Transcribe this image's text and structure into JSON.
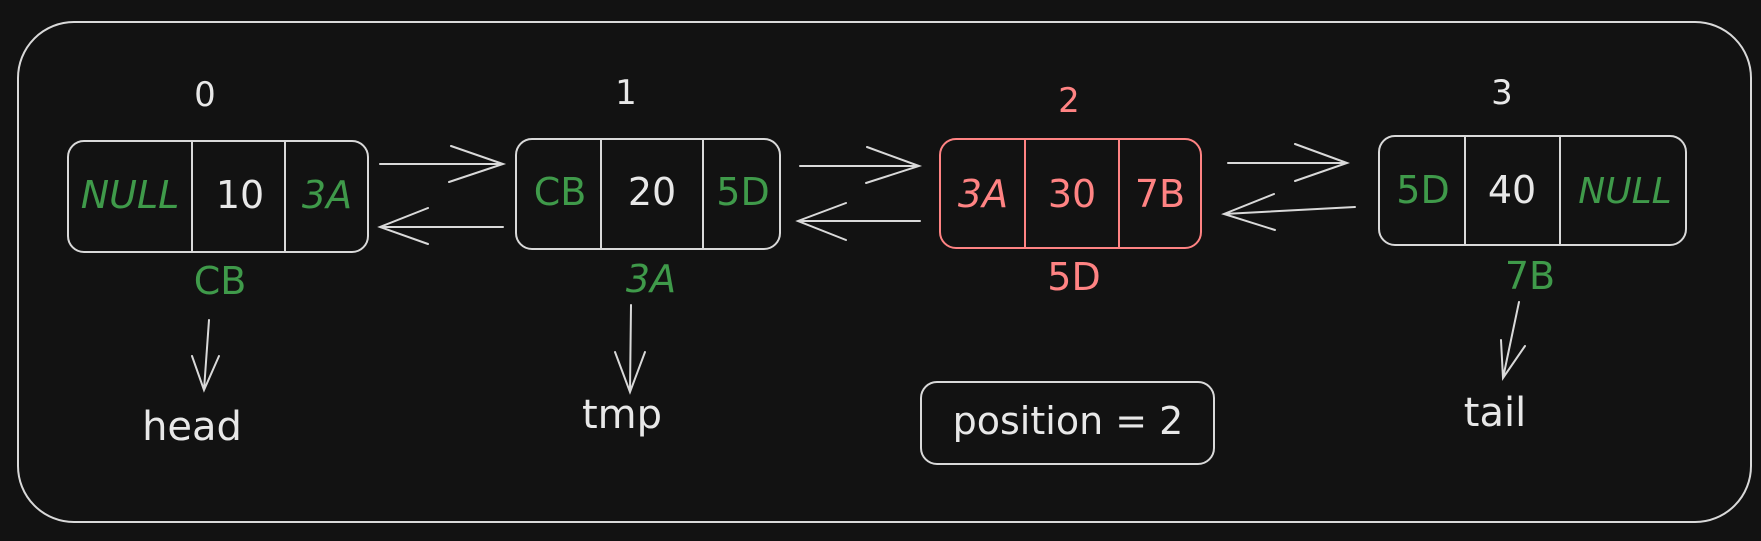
{
  "colors": {
    "background": "#121212",
    "stroke": "#d9d9d9",
    "text": "#e8e8e8",
    "address": "#3f9a4a",
    "highlight": "#ff8383"
  },
  "nodes": [
    {
      "index": "0",
      "prev": "NULL",
      "value": "10",
      "next": "3A",
      "address": "CB",
      "pointer": "head",
      "highlighted": false
    },
    {
      "index": "1",
      "prev": "CB",
      "value": "20",
      "next": "5D",
      "address": "3A",
      "pointer": "tmp",
      "highlighted": false
    },
    {
      "index": "2",
      "prev": "3A",
      "value": "30",
      "next": "7B",
      "address": "5D",
      "pointer": "",
      "highlighted": true
    },
    {
      "index": "3",
      "prev": "5D",
      "value": "40",
      "next": "NULL",
      "address": "7B",
      "pointer": "tail",
      "highlighted": false
    }
  ],
  "position_label": "position = 2"
}
